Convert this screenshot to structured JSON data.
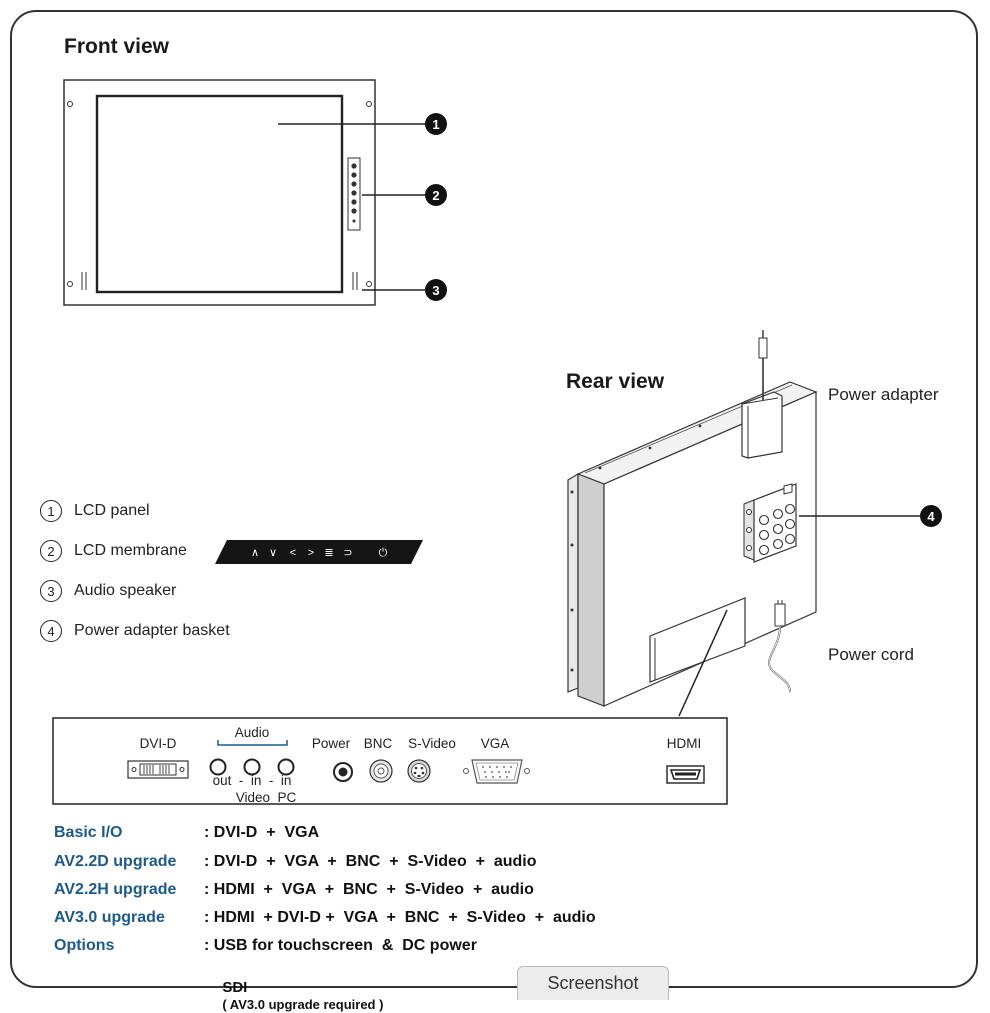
{
  "front_view": {
    "title": "Front view",
    "callouts": [
      "1",
      "2",
      "3"
    ]
  },
  "rear_view": {
    "title": "Rear view",
    "callout": "4",
    "power_adapter_label": "Power adapter",
    "power_cord_label": "Power cord"
  },
  "legend": [
    {
      "num": "1",
      "label": "LCD panel"
    },
    {
      "num": "2",
      "label": "LCD membrane"
    },
    {
      "num": "3",
      "label": "Audio speaker"
    },
    {
      "num": "4",
      "label": "Power adapter basket"
    }
  ],
  "membrane_keys": [
    "∧",
    "∨",
    "<",
    ">",
    "≣",
    "⊃",
    "⏻"
  ],
  "io_panel": {
    "dvi": "DVI-D",
    "audio": "Audio",
    "audio_sub1": "out  -  in  -  in",
    "audio_sub2": "Video  PC",
    "power": "Power",
    "bnc": "BNC",
    "svideo": "S-Video",
    "vga": "VGA",
    "hdmi": "HDMI"
  },
  "specs": [
    {
      "key": "Basic I/O",
      "value": ": DVI-D  +  VGA"
    },
    {
      "key": "AV2.2D upgrade",
      "value": ": DVI-D  +  VGA  +  BNC  +  S-Video  +  audio"
    },
    {
      "key": "AV2.2H upgrade",
      "value": ": HDMI  +  VGA  +  BNC  +  S-Video  +  audio"
    },
    {
      "key": "AV3.0 upgrade",
      "value": ": HDMI  + DVI-D +  VGA  +  BNC  +  S-Video  +  audio"
    },
    {
      "key": "Options",
      "value": ": USB for touchscreen  &  DC power"
    }
  ],
  "sdi": {
    "label": "SDI",
    "note": "( AV3.0 upgrade required )"
  },
  "screenshot_tab": "Screenshot"
}
